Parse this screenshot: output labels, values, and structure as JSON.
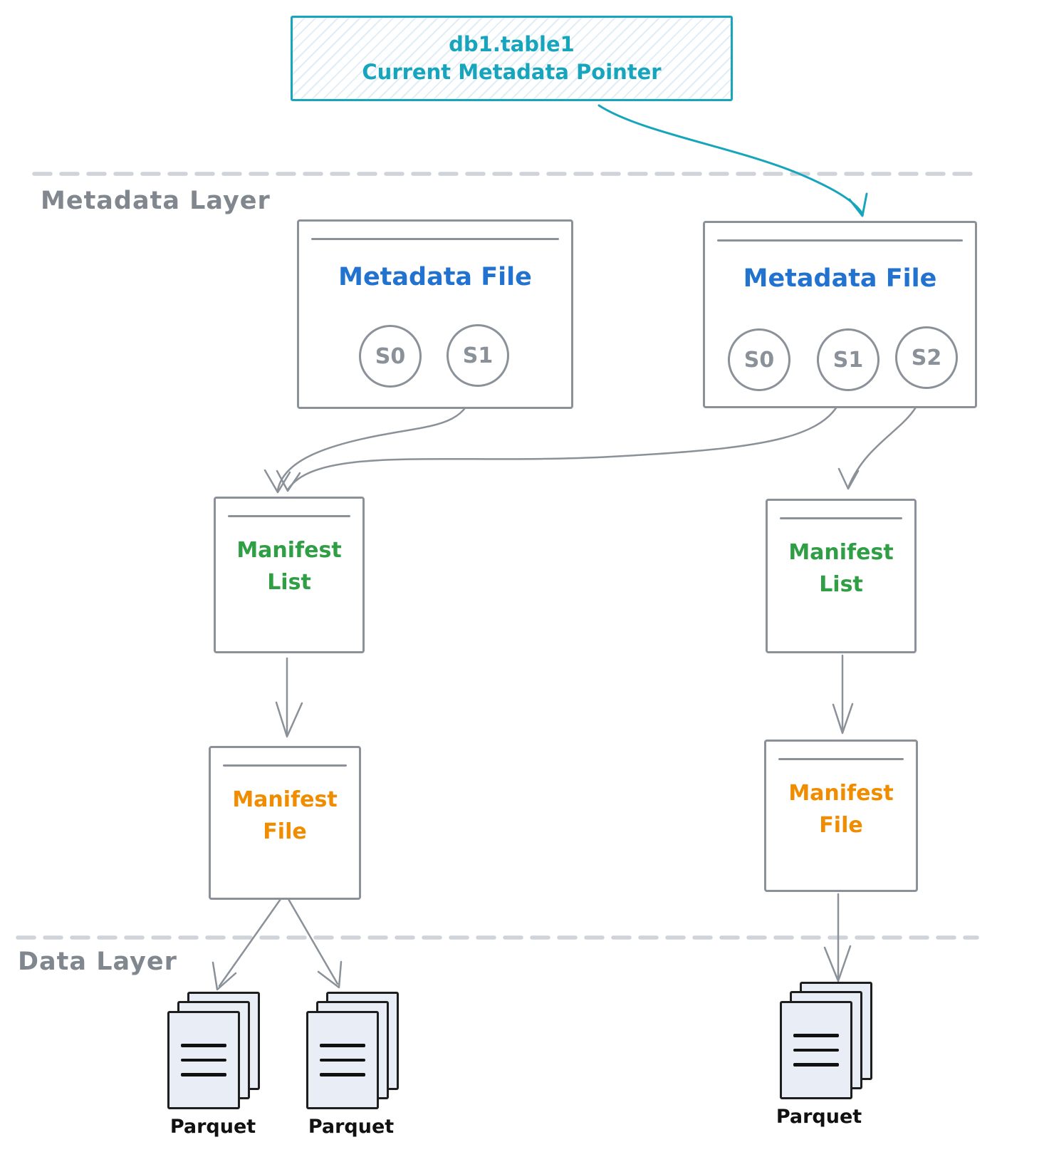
{
  "pointer_box": {
    "title": "db1.table1",
    "subtitle": "Current Metadata Pointer"
  },
  "layer_labels": {
    "metadata": "Metadata Layer",
    "data": "Data Layer"
  },
  "metadata_files": [
    {
      "title": "Metadata File",
      "snapshots": [
        "S0",
        "S1"
      ]
    },
    {
      "title": "Metadata File",
      "snapshots": [
        "S0",
        "S1",
        "S2"
      ]
    }
  ],
  "manifest_lists": [
    {
      "label": "Manifest List"
    },
    {
      "label": "Manifest List"
    }
  ],
  "manifest_files": [
    {
      "label": "Manifest File"
    },
    {
      "label": "Manifest File"
    }
  ],
  "parquet_stacks": [
    {
      "label": "Parquet"
    },
    {
      "label": "Parquet"
    },
    {
      "label": "Parquet"
    }
  ],
  "colors": {
    "teal": "#16a5bc",
    "blue": "#2272cf",
    "green": "#2f9e44",
    "orange": "#f08c00",
    "box_gray": "#8a9199",
    "label_gray": "#80878e",
    "dash_gray": "#ced4da",
    "ink": "#1e1e1e",
    "parquet_fill": "#e9edf6"
  }
}
